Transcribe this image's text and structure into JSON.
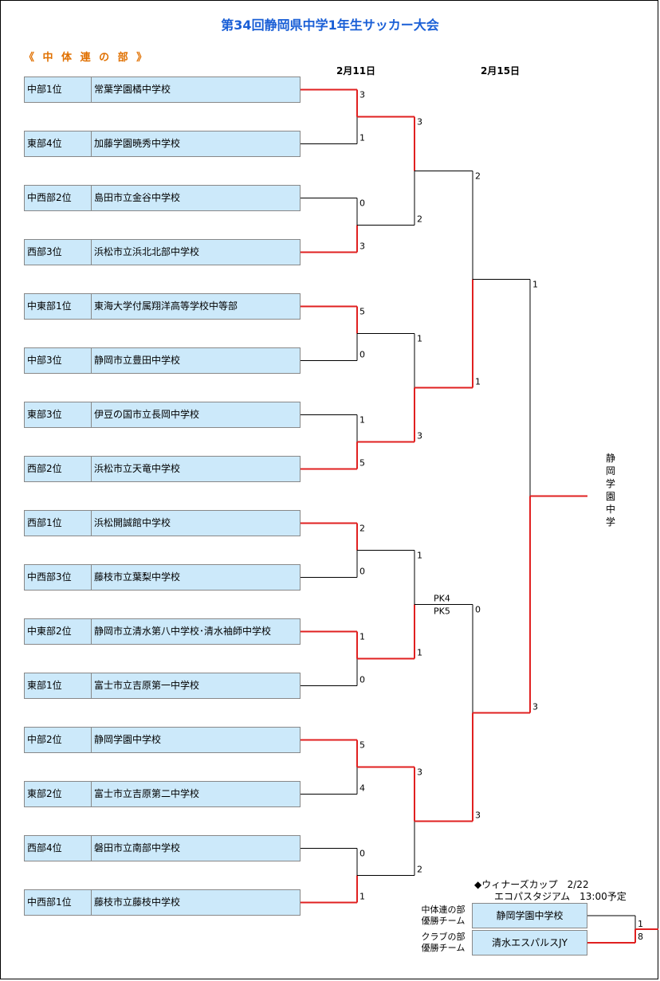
{
  "title": "第34回静岡県中学1年生サッカー大会",
  "section_label": "《 中 体 連 の 部 》",
  "dates": {
    "round1": "2月11日",
    "round3": "2月15日"
  },
  "teams": [
    {
      "rank": "中部1位",
      "name": "常葉学園橘中学校"
    },
    {
      "rank": "東部4位",
      "name": "加藤学園暁秀中学校"
    },
    {
      "rank": "中西部2位",
      "name": "島田市立金谷中学校"
    },
    {
      "rank": "西部3位",
      "name": "浜松市立浜北北部中学校"
    },
    {
      "rank": "中東部1位",
      "name": "東海大学付属翔洋高等学校中等部"
    },
    {
      "rank": "中部3位",
      "name": "静岡市立豊田中学校"
    },
    {
      "rank": "東部3位",
      "name": "伊豆の国市立長岡中学校"
    },
    {
      "rank": "西部2位",
      "name": "浜松市立天竜中学校"
    },
    {
      "rank": "西部1位",
      "name": "浜松開誠館中学校"
    },
    {
      "rank": "中西部3位",
      "name": "藤枝市立葉梨中学校"
    },
    {
      "rank": "中東部2位",
      "name": "静岡市立清水第八中学校･清水袖師中学校"
    },
    {
      "rank": "東部1位",
      "name": "富士市立吉原第一中学校"
    },
    {
      "rank": "中部2位",
      "name": "静岡学園中学校"
    },
    {
      "rank": "東部2位",
      "name": "富士市立吉原第二中学校"
    },
    {
      "rank": "西部4位",
      "name": "磐田市立南部中学校"
    },
    {
      "rank": "中西部1位",
      "name": "藤枝市立藤枝中学校"
    }
  ],
  "bracket": {
    "round1_scores": [
      [
        3,
        1
      ],
      [
        0,
        3
      ],
      [
        5,
        0
      ],
      [
        1,
        5
      ],
      [
        2,
        0
      ],
      [
        1,
        0
      ],
      [
        5,
        4
      ],
      [
        0,
        1
      ]
    ],
    "round2_scores": [
      [
        3,
        2
      ],
      [
        1,
        3
      ],
      [
        1,
        1
      ],
      [
        3,
        2
      ]
    ],
    "round2_pk": [
      "PK4",
      "PK5"
    ],
    "round3_scores": [
      [
        2,
        1
      ],
      [
        0,
        3
      ]
    ],
    "final_scores": [
      1,
      3
    ],
    "winners_r1": [
      0,
      1,
      0,
      1,
      0,
      0,
      0,
      1
    ],
    "winners_r2": [
      0,
      1,
      1,
      0
    ],
    "winners_r3": [
      1,
      1
    ],
    "winner_final": 1
  },
  "champion": "静岡学園中学校",
  "winners_cup": {
    "title": "◆ウィナーズカップ　2/22",
    "venue": "エコパスタジアム　13:00予定",
    "label1": "中体連の部\n優勝チーム",
    "label2": "クラブの部\n優勝チーム",
    "team1": "静岡学園中学校",
    "team2": "清水エスパルスJY",
    "score1": "1",
    "score2": "8",
    "winner": 1
  },
  "colors": {
    "win_line": "#e02020",
    "line": "#000000",
    "title": "#1a5fd6",
    "section": "#e07000",
    "cell": "#cce9fa"
  }
}
